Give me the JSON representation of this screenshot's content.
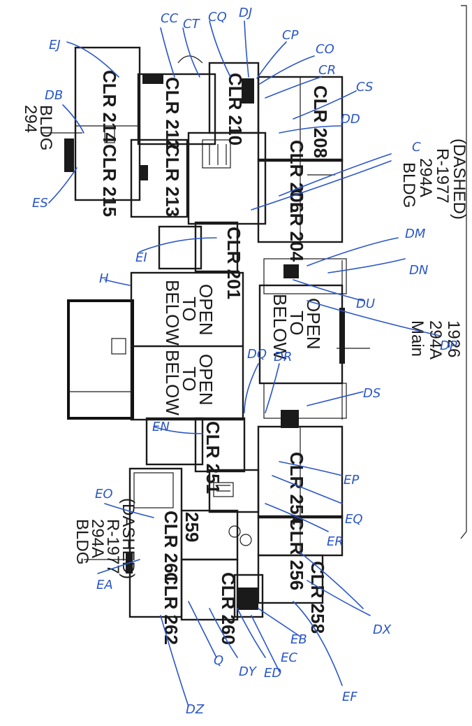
{
  "drawing": {
    "colors": {
      "linework": "#1a1a1a",
      "annotation_ink": "#2a56c6",
      "paper": "#ffffff"
    },
    "buildings": {
      "upper_wing": [
        "BLDG",
        "294A",
        "R-1977",
        "(DASHED)"
      ],
      "main": [
        "Main",
        "294A",
        "1926"
      ],
      "lower_wing": [
        "BLDG",
        "294A",
        "R-1977",
        "(DASHED)"
      ],
      "left_upper": [
        "BLDG",
        "294"
      ]
    },
    "rooms": [
      {
        "id": "r214",
        "label": "CLR 214"
      },
      {
        "id": "r212",
        "label": "CLR 212"
      },
      {
        "id": "r210",
        "label": "CLR 210"
      },
      {
        "id": "r208",
        "label": "CLR 208"
      },
      {
        "id": "r215",
        "label": "CLR 215"
      },
      {
        "id": "r213",
        "label": "CLR 213"
      },
      {
        "id": "r206",
        "label": "CLR 206"
      },
      {
        "id": "r204",
        "label": "CLR 204"
      },
      {
        "id": "r201",
        "label": "CLR 201"
      },
      {
        "id": "r251",
        "label": "CLR 251"
      },
      {
        "id": "r254",
        "label": "CLR 254"
      },
      {
        "id": "r256",
        "label": "CLR 256"
      },
      {
        "id": "r258",
        "label": "CLR 258"
      },
      {
        "id": "r259",
        "label": "259"
      },
      {
        "id": "r261",
        "label": "CLR 261"
      },
      {
        "id": "r260",
        "label": "CLR 260"
      },
      {
        "id": "r262",
        "label": "CLR 262"
      }
    ],
    "open_areas": [
      {
        "id": "open1",
        "lines": [
          "OPEN",
          "TO",
          "BELOW"
        ]
      },
      {
        "id": "open2",
        "lines": [
          "OPEN",
          "TO",
          "BELOW"
        ]
      },
      {
        "id": "open3",
        "lines": [
          "OPEN",
          "TO",
          "BELOW"
        ]
      }
    ],
    "annotations": [
      "EJ",
      "CC",
      "CT",
      "CQ",
      "DJ",
      "CP",
      "CO",
      "CR",
      "CS",
      "DD",
      "C",
      "DB",
      "ES",
      "DM",
      "DN",
      "DU",
      "DP",
      "DS",
      "DQ",
      "DR",
      "H",
      "EI",
      "EN",
      "EP",
      "EQ",
      "ER",
      "EO",
      "EA",
      "DX",
      "EB",
      "EC",
      "ED",
      "EF",
      "DY",
      "Q",
      "DZ"
    ]
  }
}
